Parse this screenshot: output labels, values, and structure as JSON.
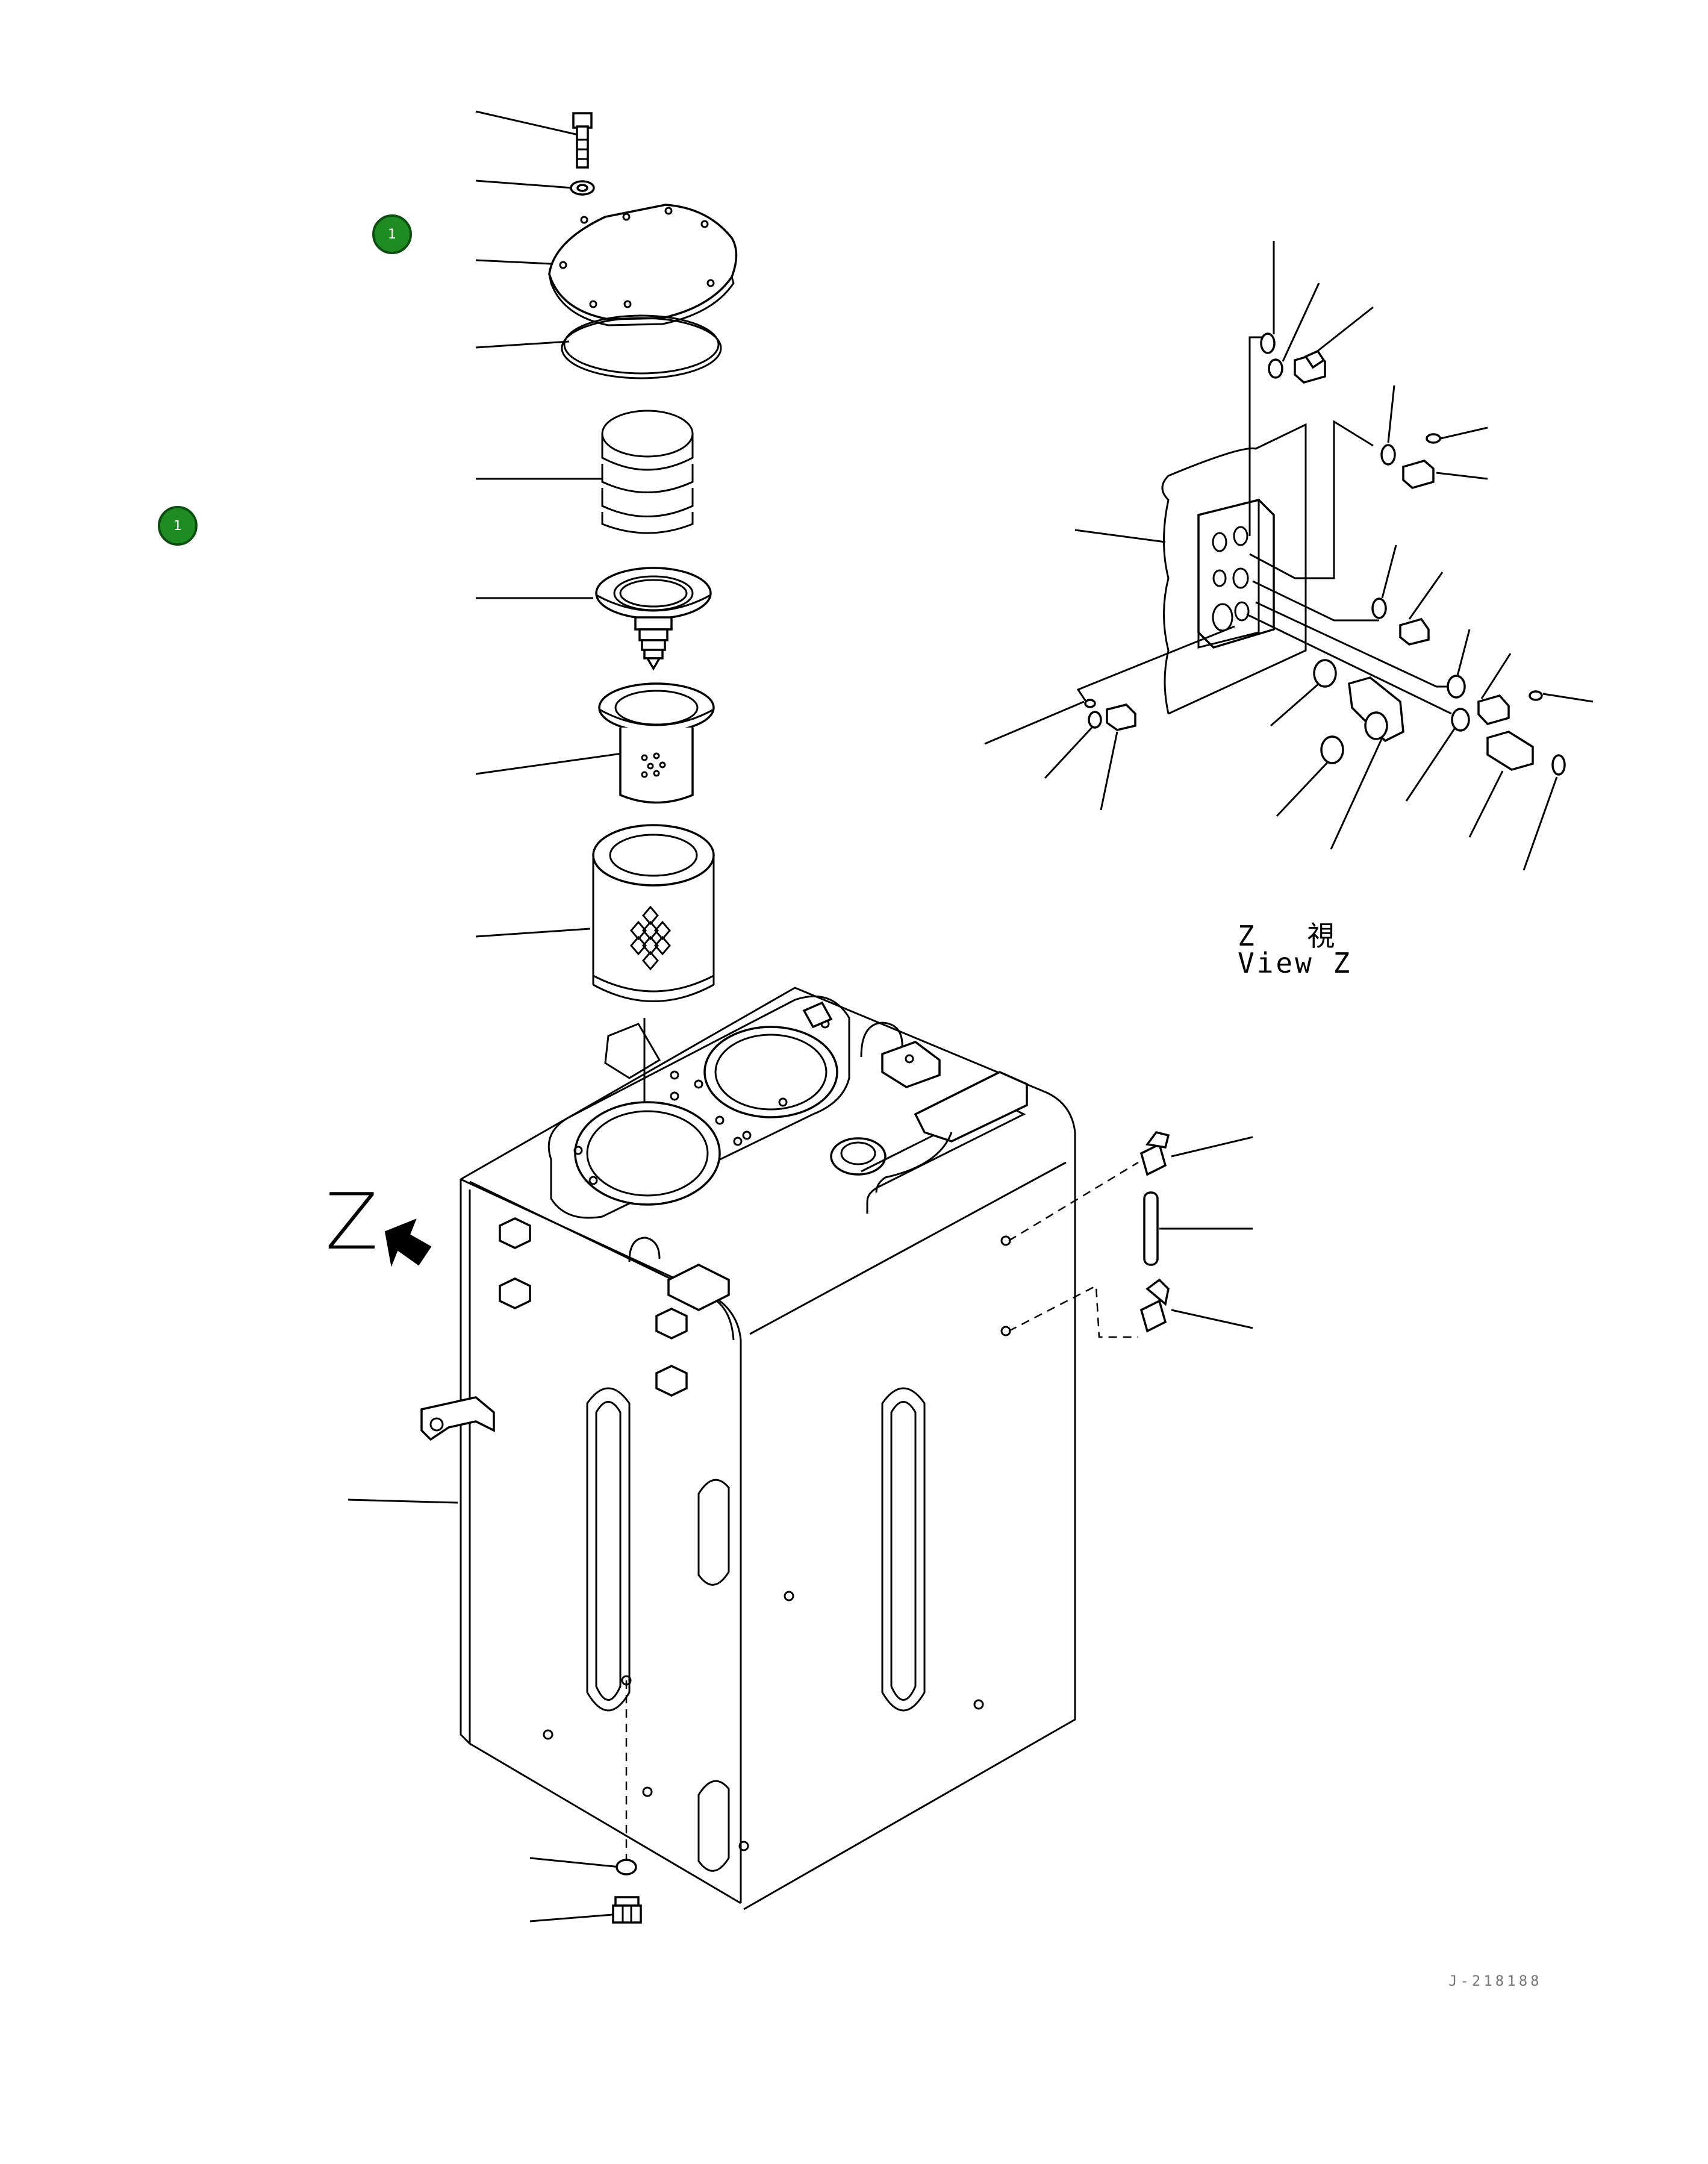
{
  "callouts": [
    {
      "label": "1",
      "color": "#1e8c22"
    },
    {
      "label": "1",
      "color": "#1e8c22"
    }
  ],
  "view_label": {
    "japanese": "Z 視",
    "english": "View Z"
  },
  "direction_label": "Z",
  "document_id": "J-218188",
  "icons": [
    "arrow-icon",
    "badge-icon"
  ]
}
